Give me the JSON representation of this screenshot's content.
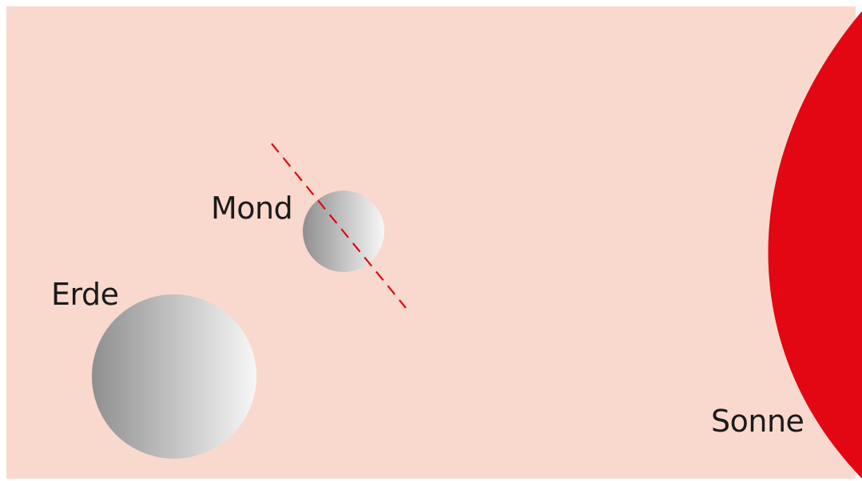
{
  "labels": {
    "moon": "Mond",
    "earth": "Erde",
    "sun": "Sonne"
  },
  "colors": {
    "background": "#f9d9cd",
    "sun": "#e30613",
    "dashed_line": "#e30613",
    "sphere_light": "#f7f7f7",
    "sphere_dark": "#8f8f8f",
    "text": "#1a1a1a"
  }
}
